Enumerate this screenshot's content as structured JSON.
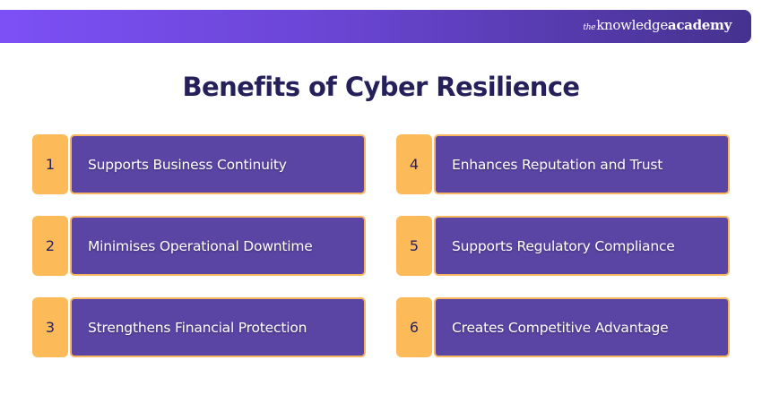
{
  "header": {
    "logo": {
      "prefix": "the",
      "middle": "knowledge",
      "suffix": "academy"
    },
    "gradient": [
      "#7C50F6",
      "#45328E"
    ]
  },
  "title": "Benefits of Cyber Resilience",
  "colors": {
    "title": "#25205A",
    "number_box": "#FDBA58",
    "label_box": "#5A45A4",
    "label_border": "#F8B661"
  },
  "benefits": [
    {
      "number": "1",
      "label": "Supports Business Continuity"
    },
    {
      "number": "2",
      "label": "Minimises Operational Downtime"
    },
    {
      "number": "3",
      "label": "Strengthens Financial Protection"
    },
    {
      "number": "4",
      "label": "Enhances Reputation and Trust"
    },
    {
      "number": "5",
      "label": "Supports Regulatory Compliance"
    },
    {
      "number": "6",
      "label": "Creates Competitive Advantage"
    }
  ]
}
